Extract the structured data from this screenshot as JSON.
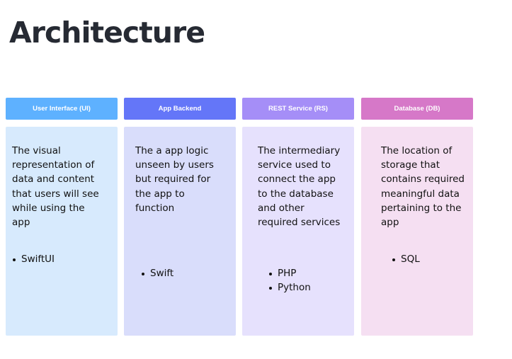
{
  "page": {
    "title": "Architecture"
  },
  "columns": [
    {
      "header": "User Interface (UI)",
      "description": "The visual representation of data and content that users will see while using the app",
      "items": [
        "SwiftUI"
      ],
      "header_color": "#5eb1ff",
      "card_color": "#d7eafd"
    },
    {
      "header": "App Backend",
      "description": "The a app logic unseen by users but required for the app to function",
      "items": [
        "Swift"
      ],
      "header_color": "#6476f8",
      "card_color": "#d9ddfb"
    },
    {
      "header": "REST Service (RS)",
      "description": "The intermediary service used to connect the app to the database and other required services",
      "items": [
        "PHP",
        "Python"
      ],
      "header_color": "#a58ef7",
      "card_color": "#e6e1fd"
    },
    {
      "header": "Database (DB)",
      "description": "The location of storage that contains required meaningful data pertaining to the app",
      "items": [
        "SQL"
      ],
      "header_color": "#d678c8",
      "card_color": "#f5dff2"
    }
  ]
}
